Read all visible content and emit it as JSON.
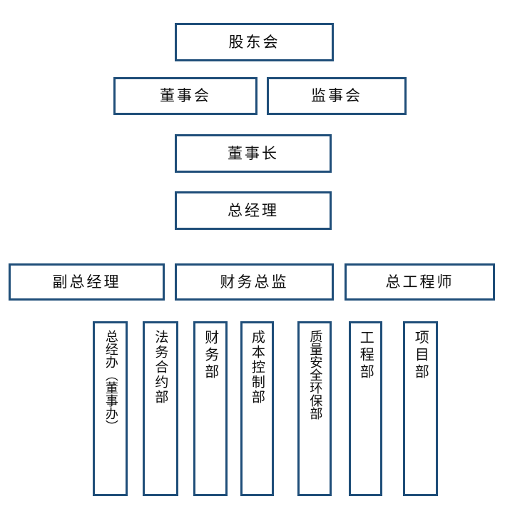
{
  "chart_data": {
    "type": "diagram",
    "subtype": "organization-chart",
    "title": "",
    "colors": {
      "box_border": "#1f4e79",
      "box_fill": "#ffffff",
      "text": "#0d0d0d",
      "background": "#ffffff"
    },
    "levels": [
      {
        "level": 1,
        "nodes": [
          {
            "id": "shareholders",
            "label": "股东会",
            "orientation": "horizontal"
          }
        ]
      },
      {
        "level": 2,
        "nodes": [
          {
            "id": "board-of-directors",
            "label": "董事会",
            "orientation": "horizontal"
          },
          {
            "id": "board-of-supervisors",
            "label": "监事会",
            "orientation": "horizontal"
          }
        ]
      },
      {
        "level": 3,
        "nodes": [
          {
            "id": "chairman",
            "label": "董事长",
            "orientation": "horizontal"
          }
        ]
      },
      {
        "level": 4,
        "nodes": [
          {
            "id": "general-manager",
            "label": "总经理",
            "orientation": "horizontal"
          }
        ]
      },
      {
        "level": 5,
        "nodes": [
          {
            "id": "deputy-general-manager",
            "label": "副总经理",
            "orientation": "horizontal"
          },
          {
            "id": "cfo",
            "label": "财务总监",
            "orientation": "horizontal"
          },
          {
            "id": "chief-engineer",
            "label": "总工程师",
            "orientation": "horizontal"
          }
        ]
      },
      {
        "level": 6,
        "nodes": [
          {
            "id": "gm-office",
            "label": "总经办（董事办）",
            "orientation": "vertical"
          },
          {
            "id": "legal-contract-dept",
            "label": "法务合约部",
            "orientation": "vertical"
          },
          {
            "id": "finance-dept",
            "label": "财务部",
            "orientation": "vertical"
          },
          {
            "id": "cost-control-dept",
            "label": "成本控制部",
            "orientation": "vertical"
          },
          {
            "id": "quality-safety-environment-dept",
            "label": "质量安全环保部",
            "orientation": "vertical"
          },
          {
            "id": "engineering-dept",
            "label": "工程部",
            "orientation": "vertical"
          },
          {
            "id": "project-dept",
            "label": "项目部",
            "orientation": "vertical"
          }
        ]
      }
    ]
  },
  "nodes": {
    "shareholders": "股东会",
    "board_of_directors": "董事会",
    "board_of_supervisors": "监事会",
    "chairman": "董事长",
    "general_manager": "总经理",
    "deputy_general_manager": "副总经理",
    "cfo": "财务总监",
    "chief_engineer": "总工程师",
    "gm_office": "总经办（董事办）",
    "legal_contract_dept": "法务合约部",
    "finance_dept": "财务部",
    "cost_control_dept": "成本控制部",
    "quality_safety_environment_dept": "质量安全环保部",
    "engineering_dept": "工程部",
    "project_dept": "项目部"
  }
}
